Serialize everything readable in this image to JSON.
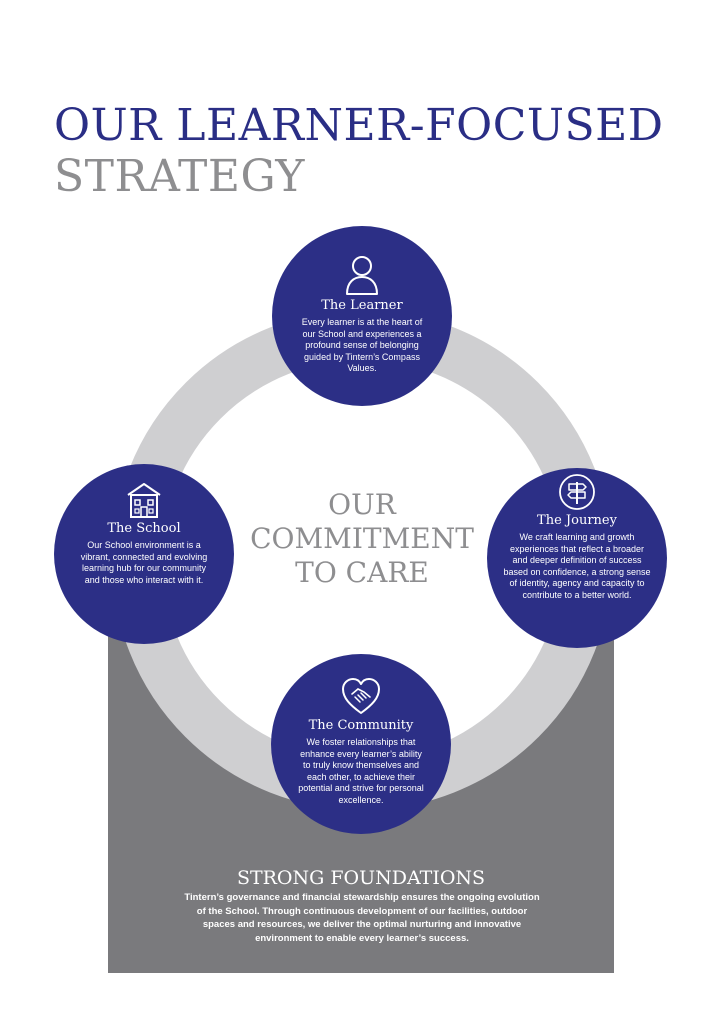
{
  "title": {
    "line1": "OUR LEARNER-FOCUSED",
    "line2": "STRATEGY"
  },
  "center": {
    "line1": "OUR",
    "line2": "COMMITMENT",
    "line3": "TO CARE"
  },
  "circles": [
    {
      "icon": "person-icon",
      "title": "The Learner",
      "description": "Every learner is at the heart of our School and experiences a profound sense of belonging guided by Tintern’s Compass Values."
    },
    {
      "icon": "school-building-icon",
      "title": "The School",
      "description": "Our School environment is a vibrant, connected and evolving learning hub for our community and those who interact with it."
    },
    {
      "icon": "signpost-icon",
      "title": "The Journey",
      "description": "We craft learning and growth experiences that reflect a broader and deeper definition of success based on confidence, a strong sense of identity, agency and capacity to contribute to a better world."
    },
    {
      "icon": "heart-handshake-icon",
      "title": "The Community",
      "description": "We foster relationships that enhance every learner’s ability to truly know themselves and each other, to achieve their potential and strive for personal excellence."
    }
  ],
  "foundations": {
    "title": "STRONG FOUNDATIONS",
    "description": "Tintern’s governance and financial stewardship ensures the ongoing evolution of the School. Through continuous development of our facilities, outdoor spaces and resources, we deliver the optimal nurturing and innovative environment to enable every learner’s success."
  },
  "colors": {
    "navy": "#2c2f86",
    "title_navy": "#2a2e85",
    "grey_text": "#8e8e90",
    "ring_grey": "#cfcfd1",
    "foundation_grey": "#7a7a7d"
  }
}
